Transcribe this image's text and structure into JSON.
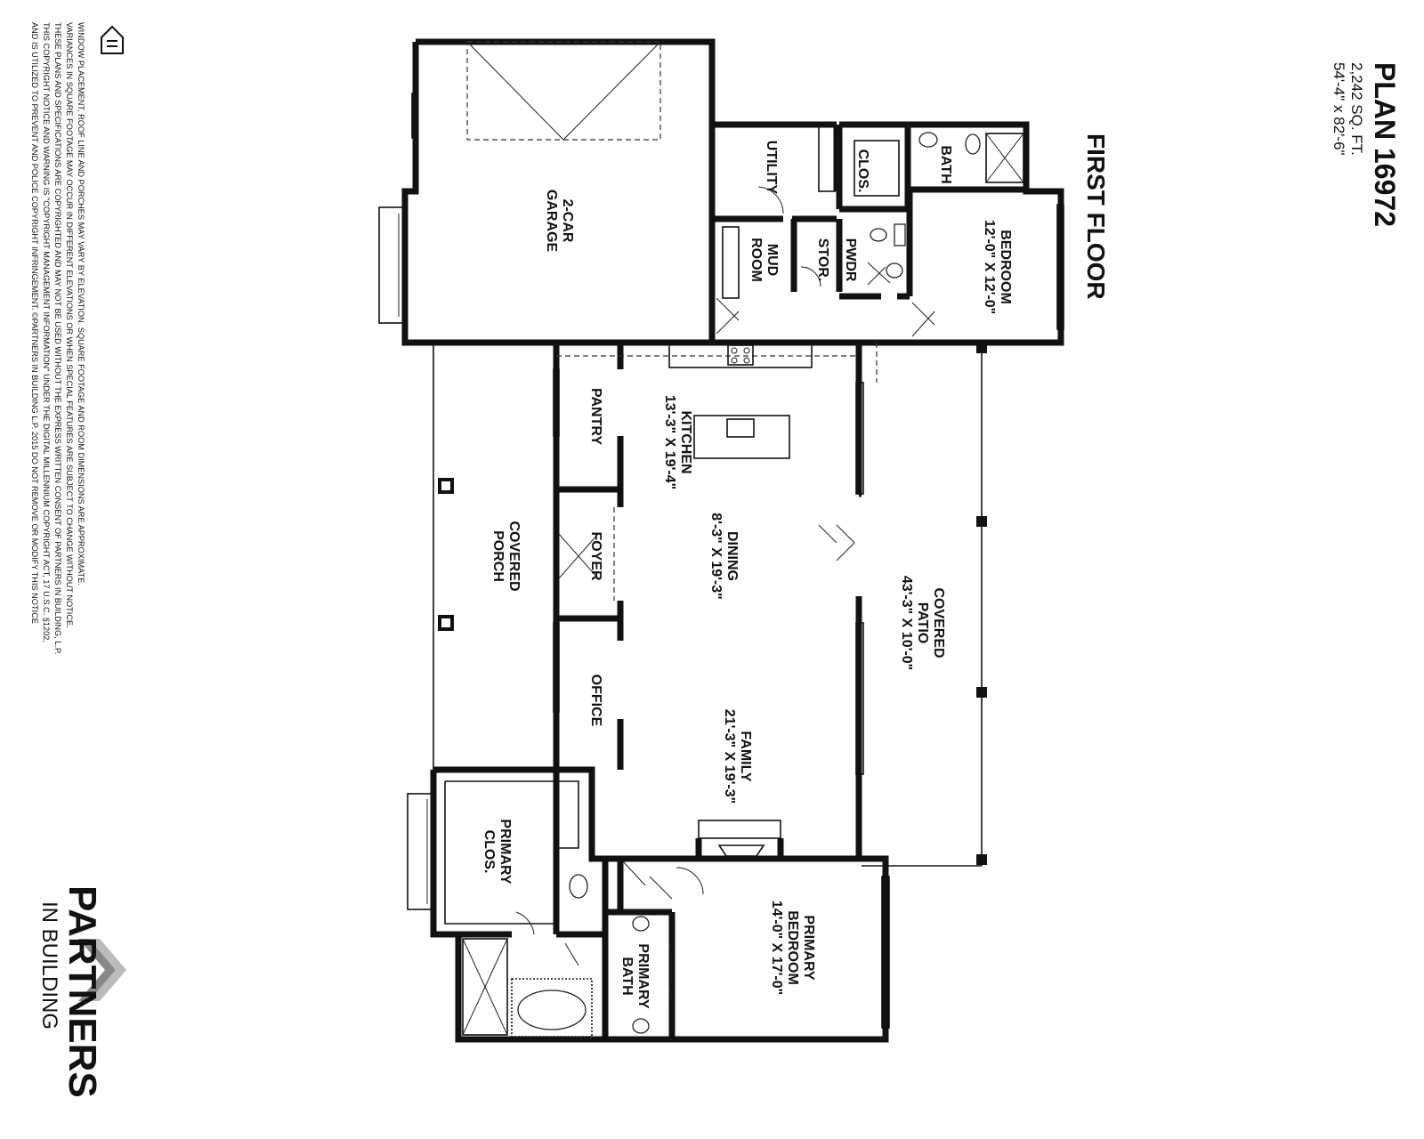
{
  "plan": {
    "title": "PLAN 16972",
    "sqft": "2,242 SQ. FT.",
    "dimensions": "54'-4\" x 82'-6\"",
    "floor": "FIRST FLOOR"
  },
  "rooms": {
    "garage": [
      "2-CAR",
      "GARAGE"
    ],
    "utility": [
      "UTILITY"
    ],
    "mud_room": [
      "MUD",
      "ROOM"
    ],
    "stor": [
      "STOR."
    ],
    "pwdr": [
      "PWDR"
    ],
    "clos": [
      "CLOS."
    ],
    "bath": [
      "BATH"
    ],
    "bedroom": [
      "BEDROOM",
      "12'-0\" X 12'-0\""
    ],
    "pantry": [
      "PANTRY"
    ],
    "kitchen": [
      "KITCHEN",
      "13'-3\" X 19'-4\""
    ],
    "covered_porch": [
      "COVERED",
      "PORCH"
    ],
    "foyer": [
      "FOYER"
    ],
    "dining": [
      "DINING",
      "8'-3\" X 19'-3\""
    ],
    "covered_patio": [
      "COVERED",
      "PATIO",
      "43'-3\" X 10'-0\""
    ],
    "office": [
      "OFFICE"
    ],
    "family": [
      "FAMILY",
      "21'-3\" X 19'-3\""
    ],
    "primary_clos": [
      "PRIMARY",
      "CLOS."
    ],
    "primary_bath": [
      "PRIMARY",
      "BATH"
    ],
    "primary_bedroom": [
      "PRIMARY",
      "BEDROOM",
      "14'-0\" X 17'-0\""
    ]
  },
  "disclaimer": [
    "WINDOW PLACEMENT, ROOF LINE AND PORCHES MAY VARY BY ELEVATION. SQUARE FOOTAGE AND ROOM DIMENSIONS ARE APPROXIMATE.",
    "VARIANCES IN SQUARE FOOTAGE MAY OCCUR IN DIFFERENT ELEVATIONS OR WHEN SPECIAL FEATURES ARE SUBJECT TO CHANGE WITHOUT NOTICE.",
    "THESE PLANS AND SPECIFICATIONS ARE COPYRIGHTED AND MAY NOT BE USED WITHOUT THE EXPRESS WRITTEN CONSENT OF PARTNERS IN BUILDING, L.P.",
    "THIS COPYRIGHT NOTICE AND WARNING IS \"COPYRIGHT MANAGEMENT INFORMATION\" UNDER THE DIGITAL MILLENNIUM COPYRIGHT ACT, 17 U.S.C. §1202,",
    "AND IS UTILIZED TO PREVENT AND POLICE COPYRIGHT INFRINGEMENT. ©PARTNERS IN BUILDING L.P. 2015 DO NOT REMOVE OR MODIFY THIS NOTICE"
  ],
  "brand": {
    "name": "PARTNERS",
    "sub": "IN BUILDING",
    "icon": "equal-housing-icon"
  }
}
